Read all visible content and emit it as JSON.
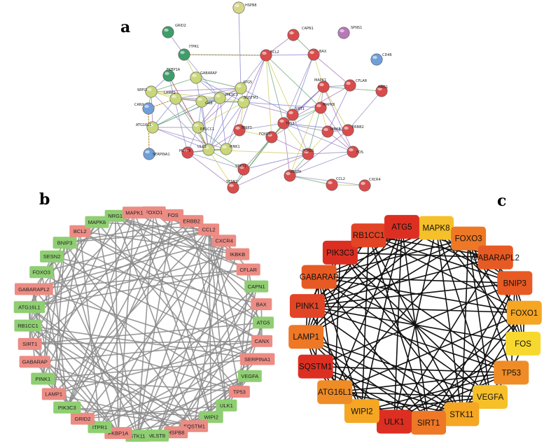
{
  "panels": {
    "a": {
      "letter": "a",
      "nodes": [
        {
          "id": "HSPB8",
          "label": "HSPB8",
          "color": "#d6d68a"
        },
        {
          "id": "GRID2",
          "label": "GRID2",
          "color": "#3f9d6a"
        },
        {
          "id": "CAPN1",
          "label": "CAPN1",
          "color": "#d94c4c"
        },
        {
          "id": "SPNS1",
          "label": "SPNS1",
          "color": "#b879b8"
        },
        {
          "id": "ITPR1",
          "label": "ITPR1",
          "color": "#3f9d6a"
        },
        {
          "id": "BCL2",
          "label": "BCL2",
          "color": "#d94c4c"
        },
        {
          "id": "BAX",
          "label": "BAX",
          "color": "#d94c4c"
        },
        {
          "id": "CD46",
          "label": "CD46",
          "color": "#6f9fd8"
        },
        {
          "id": "FKBP1A",
          "label": "FKBP1A",
          "color": "#3f9d6a"
        },
        {
          "id": "GABARAP",
          "label": "GABARAP",
          "color": "#c9d67a"
        },
        {
          "id": "WIPI2",
          "label": "WIPI2",
          "color": "#c9d67a"
        },
        {
          "id": "ATG5",
          "label": "ATG5",
          "color": "#c9d67a"
        },
        {
          "id": "MAPK1",
          "label": "MAPK1",
          "color": "#d94c4c"
        },
        {
          "id": "CFLAR",
          "label": "CFLAR",
          "color": "#d94c4c"
        },
        {
          "id": "NRG1",
          "label": "NRG1",
          "color": "#d94c4c"
        },
        {
          "id": "CANX",
          "label": "CANX",
          "color": "#6f9fd8"
        },
        {
          "id": "LAMP1",
          "label": "LAMP1",
          "color": "#c9d67a"
        },
        {
          "id": "GAB",
          "label": "GAB",
          "color": "#c9d67a"
        },
        {
          "id": "PIK3C3",
          "label": "PIK3C3",
          "color": "#c9d67a"
        },
        {
          "id": "SQSTM1",
          "label": "SQSTM1",
          "color": "#c9d67a"
        },
        {
          "id": "MAPK8",
          "label": "MAPK8",
          "color": "#d94c4c"
        },
        {
          "id": "SIRT1",
          "label": "SIRT1",
          "color": "#d94c4c"
        },
        {
          "id": "ATG16L1",
          "label": "ATG16L1",
          "color": "#c9d67a"
        },
        {
          "id": "RB1CC1",
          "label": "RB1CC1",
          "color": "#c9d67a"
        },
        {
          "id": "BNIP3",
          "label": "BNIP3",
          "color": "#d94c4c"
        },
        {
          "id": "TP53",
          "label": "TP53",
          "color": "#d94c4c"
        },
        {
          "id": "FOXO3",
          "label": "FOXO3",
          "color": "#d94c4c"
        },
        {
          "id": "IKBKB",
          "label": "IKBKB",
          "color": "#d94c4c"
        },
        {
          "id": "ERBB2",
          "label": "ERBB2",
          "color": "#d94c4c"
        },
        {
          "id": "SERPINA1",
          "label": "SERPINA1",
          "color": "#6f9fd8"
        },
        {
          "id": "MLST8",
          "label": "MLST8",
          "color": "#d94c4c"
        },
        {
          "id": "ULK1",
          "label": "ULK1",
          "color": "#c9d67a"
        },
        {
          "id": "PINK1",
          "label": "PINK1",
          "color": "#c9d67a"
        },
        {
          "id": "FOXO1",
          "label": "FOXO1",
          "color": "#d94c4c"
        },
        {
          "id": "FOS",
          "label": "FOS",
          "color": "#d94c4c"
        },
        {
          "id": "STK11",
          "label": "STK11",
          "color": "#d94c4c"
        },
        {
          "id": "VEGFA",
          "label": "VEGFA",
          "color": "#d94c4c"
        },
        {
          "id": "CXCR4",
          "label": "CXCR4",
          "color": "#d94c4c"
        },
        {
          "id": "CCL2",
          "label": "CCL2",
          "color": "#d94c4c"
        },
        {
          "id": "SESN2",
          "label": "SESN2",
          "color": "#d94c4c"
        }
      ],
      "edges": [
        [
          "HSPB8",
          "ATG5"
        ],
        [
          "GRID2",
          "ITPR1"
        ],
        [
          "ITPR1",
          "GABARAP"
        ],
        [
          "ITPR1",
          "BCL2"
        ],
        [
          "ITPR1",
          "PIK3C3"
        ],
        [
          "BCL2",
          "BAX"
        ],
        [
          "BCL2",
          "CAPN1"
        ],
        [
          "BCL2",
          "SIRT1"
        ],
        [
          "BCL2",
          "TP53"
        ],
        [
          "BCL2",
          "ATG5"
        ],
        [
          "BCL2",
          "BNIP3"
        ],
        [
          "BCL2",
          "SQSTM1"
        ],
        [
          "BCL2",
          "FOXO3"
        ],
        [
          "BCL2",
          "MAPK8"
        ],
        [
          "BAX",
          "TP53"
        ],
        [
          "BAX",
          "SIRT1"
        ],
        [
          "BAX",
          "CFLAR"
        ],
        [
          "BAX",
          "MAPK1"
        ],
        [
          "CAPN1",
          "BAX"
        ],
        [
          "MAPK1",
          "MAPK8"
        ],
        [
          "MAPK1",
          "TP53"
        ],
        [
          "MAPK1",
          "FOS"
        ],
        [
          "MAPK1",
          "ERBB2"
        ],
        [
          "MAPK1",
          "NRG1"
        ],
        [
          "MAPK1",
          "CFLAR"
        ],
        [
          "MAPK1",
          "SIRT1"
        ],
        [
          "MAPK1",
          "FOXO3"
        ],
        [
          "MAPK1",
          "VEGFA"
        ],
        [
          "MAPK8",
          "TP53"
        ],
        [
          "MAPK8",
          "FOXO3"
        ],
        [
          "MAPK8",
          "SQSTM1"
        ],
        [
          "MAPK8",
          "FOS"
        ],
        [
          "MAPK8",
          "IKBKB"
        ],
        [
          "MAPK8",
          "FOXO1"
        ],
        [
          "NRG1",
          "ERBB2"
        ],
        [
          "CFLAR",
          "IKBKB"
        ],
        [
          "CFLAR",
          "TP53"
        ],
        [
          "SIRT1",
          "TP53"
        ],
        [
          "SIRT1",
          "FOXO3"
        ],
        [
          "SIRT1",
          "FOXO1"
        ],
        [
          "SIRT1",
          "ATG5"
        ],
        [
          "SIRT1",
          "SQSTM1"
        ],
        [
          "SIRT1",
          "STK11"
        ],
        [
          "TP53",
          "FOXO3"
        ],
        [
          "TP53",
          "IKBKB"
        ],
        [
          "TP53",
          "ERBB2"
        ],
        [
          "TP53",
          "VEGFA"
        ],
        [
          "TP53",
          "FOXO1"
        ],
        [
          "TP53",
          "SESN2"
        ],
        [
          "TP53",
          "BNIP3"
        ],
        [
          "TP53",
          "FOS"
        ],
        [
          "FOXO3",
          "FOXO1"
        ],
        [
          "FOXO3",
          "BNIP3"
        ],
        [
          "FOXO3",
          "SESN2"
        ],
        [
          "FOXO3",
          "STK11"
        ],
        [
          "IKBKB",
          "ERBB2"
        ],
        [
          "IKBKB",
          "FOS"
        ],
        [
          "IKBKB",
          "FOXO1"
        ],
        [
          "FOXO1",
          "VEGFA"
        ],
        [
          "FOXO1",
          "FOS"
        ],
        [
          "FOXO1",
          "STK11"
        ],
        [
          "FOXO1",
          "SESN2"
        ],
        [
          "FOXO1",
          "ULK1"
        ],
        [
          "VEGFA",
          "CCL2"
        ],
        [
          "VEGFA",
          "CXCR4"
        ],
        [
          "VEGFA",
          "FOS"
        ],
        [
          "VEGFA",
          "ERBB2"
        ],
        [
          "CCL2",
          "CXCR4"
        ],
        [
          "STK11",
          "ULK1"
        ],
        [
          "STK11",
          "SESN2"
        ],
        [
          "STK11",
          "MLST8"
        ],
        [
          "SESN2",
          "MLST8"
        ],
        [
          "SESN2",
          "ULK1"
        ],
        [
          "ATG5",
          "SQSTM1"
        ],
        [
          "ATG5",
          "PIK3C3"
        ],
        [
          "ATG5",
          "ATG16L1"
        ],
        [
          "ATG5",
          "WIPI2"
        ],
        [
          "ATG5",
          "GAB"
        ],
        [
          "ATG5",
          "GABARAP"
        ],
        [
          "ATG5",
          "LAMP1"
        ],
        [
          "ATG5",
          "ULK1"
        ],
        [
          "ATG5",
          "RB1CC1"
        ],
        [
          "SQSTM1",
          "PIK3C3"
        ],
        [
          "SQSTM1",
          "GAB"
        ],
        [
          "SQSTM1",
          "LAMP1"
        ],
        [
          "SQSTM1",
          "ULK1"
        ],
        [
          "SQSTM1",
          "PINK1"
        ],
        [
          "SQSTM1",
          "RB1CC1"
        ],
        [
          "PIK3C3",
          "GAB"
        ],
        [
          "PIK3C3",
          "LAMP1"
        ],
        [
          "PIK3C3",
          "ULK1"
        ],
        [
          "PIK3C3",
          "RB1CC1"
        ],
        [
          "PIK3C3",
          "WIPI2"
        ],
        [
          "PIK3C3",
          "ATG16L1"
        ],
        [
          "PIK3C3",
          "GABARAP"
        ],
        [
          "PIK3C3",
          "PINK1"
        ],
        [
          "GAB",
          "LAMP1"
        ],
        [
          "GAB",
          "WIPI2"
        ],
        [
          "GAB",
          "ATG16L1"
        ],
        [
          "GAB",
          "RB1CC1"
        ],
        [
          "GAB",
          "ULK1"
        ],
        [
          "WIPI2",
          "ATG16L1"
        ],
        [
          "WIPI2",
          "LAMP1"
        ],
        [
          "WIPI2",
          "GABARAP"
        ],
        [
          "WIPI2",
          "ULK1"
        ],
        [
          "LAMP1",
          "ATG16L1"
        ],
        [
          "LAMP1",
          "RB1CC1"
        ],
        [
          "LAMP1",
          "CANX"
        ],
        [
          "LAMP1",
          "ULK1"
        ],
        [
          "ATG16L1",
          "RB1CC1"
        ],
        [
          "ATG16L1",
          "ULK1"
        ],
        [
          "ATG16L1",
          "PINK1"
        ],
        [
          "RB1CC1",
          "ULK1"
        ],
        [
          "RB1CC1",
          "PINK1"
        ],
        [
          "RB1CC1",
          "MLST8"
        ],
        [
          "ULK1",
          "PINK1"
        ],
        [
          "ULK1",
          "MLST8"
        ],
        [
          "ULK1",
          "FKBP1A"
        ],
        [
          "PINK1",
          "MLST8"
        ],
        [
          "FKBP1A",
          "MLST8"
        ],
        [
          "FKBP1A",
          "WIPI2"
        ],
        [
          "FKBP1A",
          "ULK1"
        ],
        [
          "CANX",
          "SERPINA1"
        ],
        [
          "CANX",
          "WIPI2"
        ],
        [
          "GABARAP",
          "ULK1"
        ],
        [
          "GABARAP",
          "SQSTM1"
        ],
        [
          "BNIP3",
          "ULK1"
        ],
        [
          "BNIP3",
          "SQSTM1"
        ],
        [
          "BNIP3",
          "PINK1"
        ]
      ]
    },
    "b": {
      "letter": "b",
      "nodes": [
        {
          "label": "FOXO1",
          "color": "#ec8c84"
        },
        {
          "label": "FOS",
          "color": "#ec8c84"
        },
        {
          "label": "ERBB2",
          "color": "#ec8c84"
        },
        {
          "label": "CCL2",
          "color": "#ec8c84"
        },
        {
          "label": "CXCR4",
          "color": "#ec8c84"
        },
        {
          "label": "IKBKB",
          "color": "#ec8c84"
        },
        {
          "label": "CFLAR",
          "color": "#ec8c84"
        },
        {
          "label": "CAPN1",
          "color": "#8fce72"
        },
        {
          "label": "BAX",
          "color": "#ec8c84"
        },
        {
          "label": "ATG5",
          "color": "#8fce72"
        },
        {
          "label": "CANX",
          "color": "#ec8c84"
        },
        {
          "label": "SERPINA1",
          "color": "#ec8c84"
        },
        {
          "label": "VEGFA",
          "color": "#8fce72"
        },
        {
          "label": "TP53",
          "color": "#ec8c84"
        },
        {
          "label": "ULK1",
          "color": "#8fce72"
        },
        {
          "label": "WIPI2",
          "color": "#8fce72"
        },
        {
          "label": "SQSTM1",
          "color": "#ec8c84"
        },
        {
          "label": "HSPB8",
          "color": "#ec8c84"
        },
        {
          "label": "MLST8",
          "color": "#8fce72"
        },
        {
          "label": "STK11",
          "color": "#8fce72"
        },
        {
          "label": "FKBP1A",
          "color": "#ec8c84"
        },
        {
          "label": "ITPR1",
          "color": "#8fce72"
        },
        {
          "label": "GRID2",
          "color": "#ec8c84"
        },
        {
          "label": "PIK3C3",
          "color": "#8fce72"
        },
        {
          "label": "LAMP1",
          "color": "#ec8c84"
        },
        {
          "label": "PINK1",
          "color": "#8fce72"
        },
        {
          "label": "GABARAP",
          "color": "#ec8c84"
        },
        {
          "label": "SIRT1",
          "color": "#ec8c84"
        },
        {
          "label": "RB1CC1",
          "color": "#8fce72"
        },
        {
          "label": "ATG16L1",
          "color": "#8fce72"
        },
        {
          "label": "GABARAPL2",
          "color": "#ec8c84"
        },
        {
          "label": "FOXO3",
          "color": "#8fce72"
        },
        {
          "label": "SESN2",
          "color": "#8fce72"
        },
        {
          "label": "BNIP3",
          "color": "#8fce72"
        },
        {
          "label": "BCL2",
          "color": "#ec8c84"
        },
        {
          "label": "MAPK8",
          "color": "#8fce72"
        },
        {
          "label": "NRG1",
          "color": "#8fce72"
        },
        {
          "label": "MAPK1",
          "color": "#ec8c84"
        }
      ]
    },
    "c": {
      "letter": "c",
      "nodes": [
        {
          "label": "MAPK8",
          "color": "#f6c02a"
        },
        {
          "label": "FOXO3",
          "color": "#ee7826"
        },
        {
          "label": "GABARAPL2",
          "color": "#e85a24"
        },
        {
          "label": "BNIP3",
          "color": "#e85a24"
        },
        {
          "label": "FOXO1",
          "color": "#f5a623"
        },
        {
          "label": "FOS",
          "color": "#f7d82e"
        },
        {
          "label": "TP53",
          "color": "#ef8c26"
        },
        {
          "label": "VEGFA",
          "color": "#f6c02a"
        },
        {
          "label": "STK11",
          "color": "#f5a623"
        },
        {
          "label": "SIRT1",
          "color": "#ee7826"
        },
        {
          "label": "ULK1",
          "color": "#dc2f22"
        },
        {
          "label": "WIPI2",
          "color": "#f5a623"
        },
        {
          "label": "ATG16L1",
          "color": "#ef8c26"
        },
        {
          "label": "SQSTM1",
          "color": "#dc2f22"
        },
        {
          "label": "LAMP1",
          "color": "#ee7826"
        },
        {
          "label": "PINK1",
          "color": "#e24426"
        },
        {
          "label": "GABARAP",
          "color": "#e85a24"
        },
        {
          "label": "PIK3C3",
          "color": "#dc2f22"
        },
        {
          "label": "RB1CC1",
          "color": "#e24426"
        },
        {
          "label": "ATG5",
          "color": "#dc2f22"
        }
      ]
    }
  }
}
